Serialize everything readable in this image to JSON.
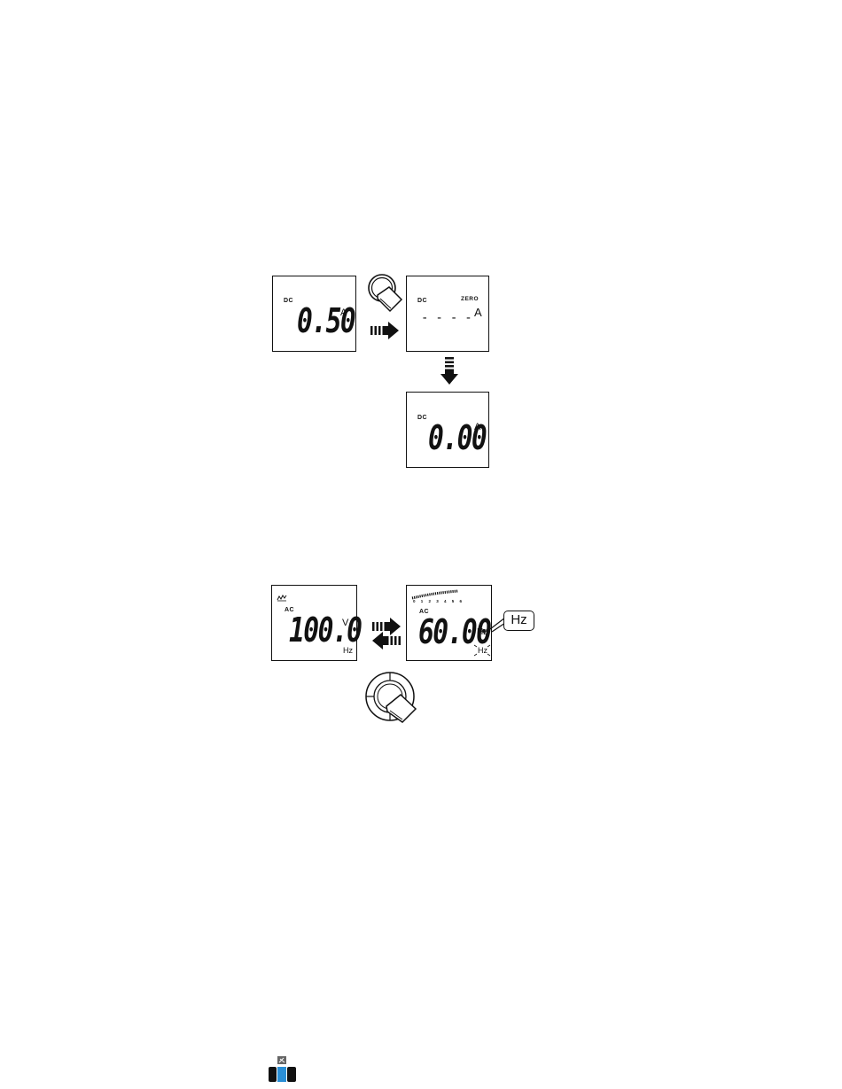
{
  "diagram_zero": {
    "before": {
      "mode": "DC",
      "value": "0.50",
      "unit": "A"
    },
    "during": {
      "mode": "DC",
      "status": "ZERO",
      "dashes": "----",
      "unit": "A"
    },
    "after": {
      "mode": "DC",
      "value": "0.00",
      "unit": "A"
    }
  },
  "diagram_hz": {
    "voltage": {
      "mode": "AC",
      "value": "100.0",
      "unit": "V",
      "secondary": "Hz"
    },
    "frequency": {
      "mode": "AC",
      "value": "60.00",
      "unit": "Hz",
      "blinking_unit": "Hz",
      "bargraph_ticks": "0 1 2 3 4 5 6"
    },
    "callout": "Hz"
  }
}
